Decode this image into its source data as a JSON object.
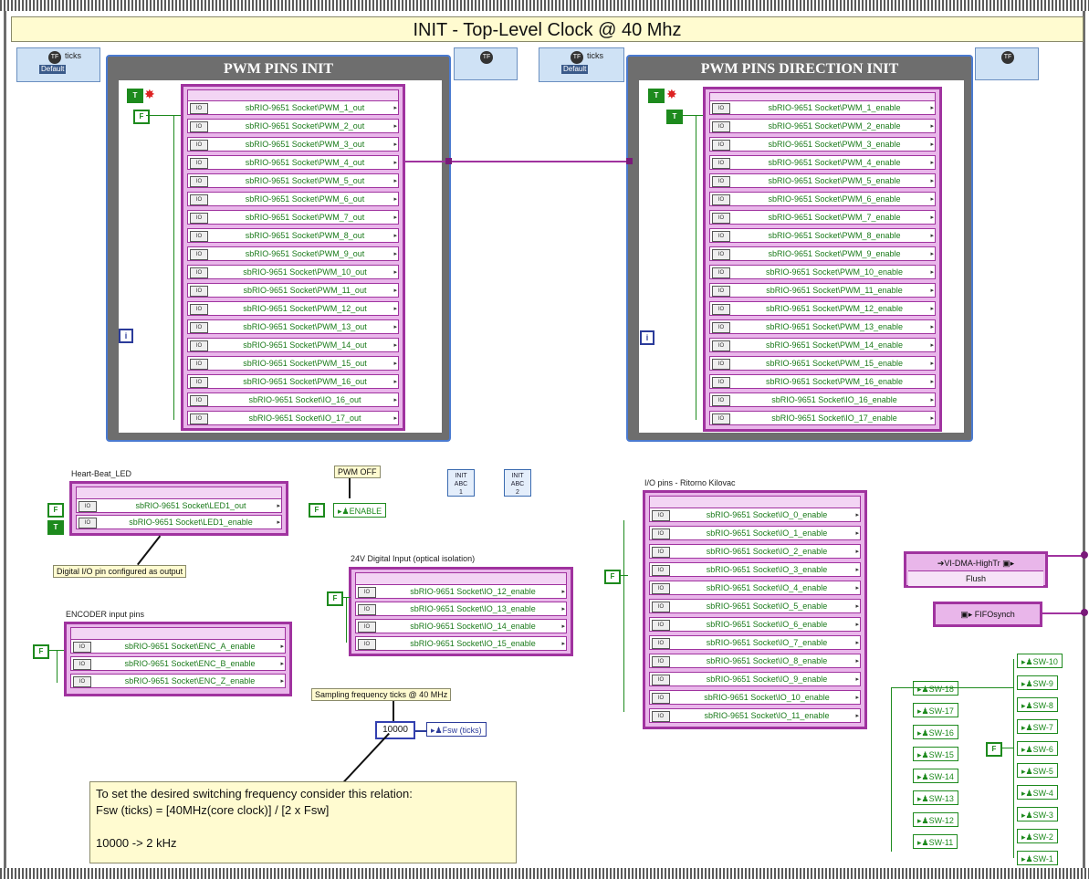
{
  "title": "INIT - Top-Level Clock @ 40 Mhz",
  "case_left": {
    "selector": "ticks",
    "value": "Default"
  },
  "case_right": {
    "selector": "ticks",
    "value": "Default"
  },
  "loop_left": {
    "title": "PWM PINS INIT",
    "iter": "i"
  },
  "loop_right": {
    "title": "PWM PINS DIRECTION INIT",
    "iter": "i"
  },
  "pwm_out": [
    "sbRIO-9651 Socket\\PWM_1_out",
    "sbRIO-9651 Socket\\PWM_2_out",
    "sbRIO-9651 Socket\\PWM_3_out",
    "sbRIO-9651 Socket\\PWM_4_out",
    "sbRIO-9651 Socket\\PWM_5_out",
    "sbRIO-9651 Socket\\PWM_6_out",
    "sbRIO-9651 Socket\\PWM_7_out",
    "sbRIO-9651 Socket\\PWM_8_out",
    "sbRIO-9651 Socket\\PWM_9_out",
    "sbRIO-9651 Socket\\PWM_10_out",
    "sbRIO-9651 Socket\\PWM_11_out",
    "sbRIO-9651 Socket\\PWM_12_out",
    "sbRIO-9651 Socket\\PWM_13_out",
    "sbRIO-9651 Socket\\PWM_14_out",
    "sbRIO-9651 Socket\\PWM_15_out",
    "sbRIO-9651 Socket\\PWM_16_out",
    "sbRIO-9651 Socket\\IO_16_out",
    "sbRIO-9651 Socket\\IO_17_out"
  ],
  "pwm_enable": [
    "sbRIO-9651 Socket\\PWM_1_enable",
    "sbRIO-9651 Socket\\PWM_2_enable",
    "sbRIO-9651 Socket\\PWM_3_enable",
    "sbRIO-9651 Socket\\PWM_4_enable",
    "sbRIO-9651 Socket\\PWM_5_enable",
    "sbRIO-9651 Socket\\PWM_6_enable",
    "sbRIO-9651 Socket\\PWM_7_enable",
    "sbRIO-9651 Socket\\PWM_8_enable",
    "sbRIO-9651 Socket\\PWM_9_enable",
    "sbRIO-9651 Socket\\PWM_10_enable",
    "sbRIO-9651 Socket\\PWM_11_enable",
    "sbRIO-9651 Socket\\PWM_12_enable",
    "sbRIO-9651 Socket\\PWM_13_enable",
    "sbRIO-9651 Socket\\PWM_14_enable",
    "sbRIO-9651 Socket\\PWM_15_enable",
    "sbRIO-9651 Socket\\PWM_16_enable",
    "sbRIO-9651 Socket\\IO_16_enable",
    "sbRIO-9651 Socket\\IO_17_enable"
  ],
  "heartbeat": {
    "label": "Heart-Beat_LED",
    "pins": [
      "sbRIO-9651 Socket\\LED1_out",
      "sbRIO-9651 Socket\\LED1_enable"
    ],
    "note": "Digital I/O pin configured as output"
  },
  "pwm_off": {
    "label": "PWM OFF",
    "indicator": "ENABLE"
  },
  "consts": [
    {
      "l1": "INIT",
      "l2": "ABC",
      "l3": "1"
    },
    {
      "l1": "INIT",
      "l2": "ABC",
      "l3": "2"
    }
  ],
  "optical": {
    "label": "24V Digital Input (optical isolation)",
    "pins": [
      "sbRIO-9651 Socket\\IO_12_enable",
      "sbRIO-9651 Socket\\IO_13_enable",
      "sbRIO-9651 Socket\\IO_14_enable",
      "sbRIO-9651 Socket\\IO_15_enable"
    ]
  },
  "encoder": {
    "label": "ENCODER input pins",
    "pins": [
      "sbRIO-9651 Socket\\ENC_A_enable",
      "sbRIO-9651 Socket\\ENC_B_enable",
      "sbRIO-9651 Socket\\ENC_Z_enable"
    ]
  },
  "sampling": {
    "label": "Sampling frequency ticks @ 40 MHz",
    "value": "10000",
    "indicator": "Fsw (ticks)"
  },
  "io_pins": {
    "label": "I/O pins - Ritorno Kilovac",
    "pins": [
      "sbRIO-9651 Socket\\IO_0_enable",
      "sbRIO-9651 Socket\\IO_1_enable",
      "sbRIO-9651 Socket\\IO_2_enable",
      "sbRIO-9651 Socket\\IO_3_enable",
      "sbRIO-9651 Socket\\IO_4_enable",
      "sbRIO-9651 Socket\\IO_5_enable",
      "sbRIO-9651 Socket\\IO_6_enable",
      "sbRIO-9651 Socket\\IO_7_enable",
      "sbRIO-9651 Socket\\IO_8_enable",
      "sbRIO-9651 Socket\\IO_9_enable",
      "sbRIO-9651 Socket\\IO_10_enable",
      "sbRIO-9651 Socket\\IO_11_enable"
    ]
  },
  "dma": {
    "name": "VI-DMA-HighTr",
    "method": "Flush",
    "fifo": "FIFOsynch"
  },
  "sw_left": [
    "SW-18",
    "SW-17",
    "SW-16",
    "SW-15",
    "SW-14",
    "SW-13",
    "SW-12",
    "SW-11"
  ],
  "sw_right": [
    "SW-10",
    "SW-9",
    "SW-8",
    "SW-7",
    "SW-6",
    "SW-5",
    "SW-4",
    "SW-3",
    "SW-2",
    "SW-1"
  ],
  "bignote": "To set the desired switching frequency consider this relation:\nFsw (ticks) = [40MHz(core clock)] / [2 x Fsw]\n\n10000 -> 2 kHz",
  "bool_f": "F",
  "bool_t": "T",
  "colors": {
    "pink": "#e9b6ea",
    "purple": "#a0339f",
    "green": "#1d8a1d",
    "note": "#fffbd0",
    "loop": "#6e6e6e"
  }
}
